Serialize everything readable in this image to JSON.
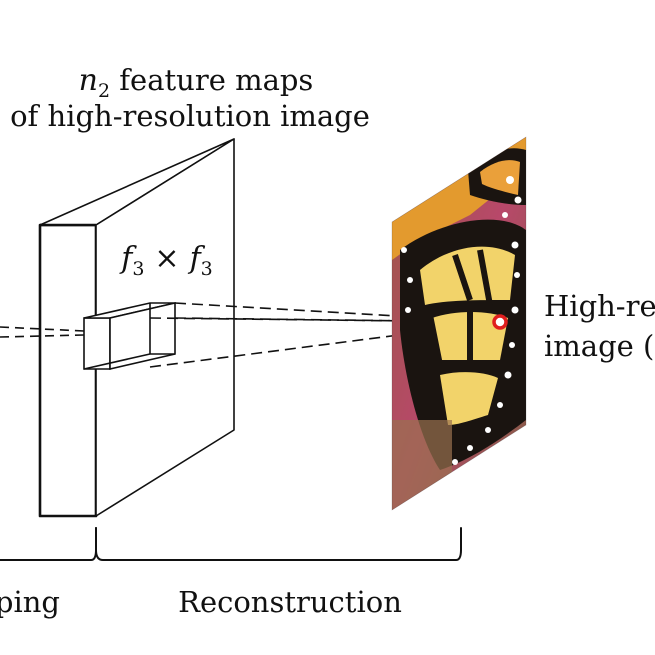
{
  "diagram": {
    "top_caption": {
      "line1_var": "n",
      "line1_sub": "2",
      "line1_rest": " feature maps",
      "line2": "of high-resolution image"
    },
    "filter_label": {
      "a": "f",
      "a_sub": "3",
      "times": "×",
      "b": "f",
      "b_sub": "3"
    },
    "output_label": {
      "line1": "High-res",
      "line2": "image (o"
    },
    "left_stage_label": "ping",
    "right_stage_label": "Reconstruction",
    "colors": {
      "stroke": "#111111",
      "pixel_marker": "#e01e1e",
      "butterfly_orange": "#e7a63a",
      "butterfly_yellow": "#f2d36a",
      "butterfly_black": "#1a1410",
      "background_pink": "#b8486a"
    }
  }
}
